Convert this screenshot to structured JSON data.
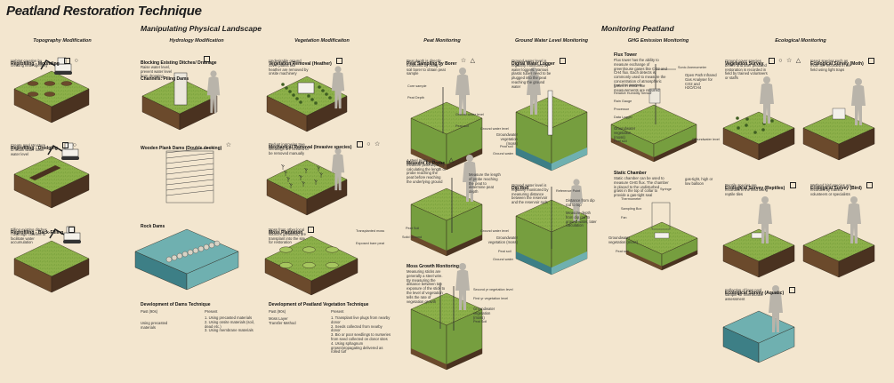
{
  "title": "Peatland Restoration Technique",
  "sections": {
    "physical": "Manipulating Physical Landscape",
    "monitoring": "Monitoring Peatland"
  },
  "columns": {
    "topography": "Topography Modification",
    "hydrology": "Hydrology Modification",
    "vegetation": "Vegetation Modificaiton",
    "peat": "Peat Monitoring",
    "groundwater": "Ground Water Level Monitoring",
    "ghg": "GHG Emission Monitoring",
    "ecological": "Ecological Monitoring"
  },
  "topography": {
    "mounding": {
      "label": "Reprofiling - Mounding",
      "desc": "Habitat creation by creating heterogeneity"
    },
    "dredging": {
      "label": "Reprofiling - Dredging",
      "desc": "Create pool structure to retain water lower water level"
    },
    "backfilling": {
      "label": "Reprofiling - Back-Filling",
      "desc": "Filling existing ditches / drainage channel to facilitate water accumulation"
    }
  },
  "hydrology": {
    "blocking": {
      "label": "Blocking Existing Ditches/ Drainage Channels: Piling Dams",
      "desc": "Raise water level, prevent water level from dropping"
    },
    "wooden": {
      "label": "Wooden Plank Dams (Double decking)"
    },
    "rock": {
      "label": "Rock Dams"
    },
    "dams_dev": {
      "label": "Development of Dams Technique",
      "past": "Past (90s)",
      "past_item": "Using precasted materials",
      "present": "Present",
      "present_items": [
        "1. Using precasted materials",
        "2. Using onsite materials (soil, dead etc.)",
        "3. Using membrane materials"
      ]
    }
  },
  "vegetation": {
    "removal": {
      "label": "Vegetation Removal (Heather)",
      "desc": "Undesirable ground cover plants like heather are removed by onsite machinery"
    },
    "mechanical": {
      "label": "Mechanical Removal (Invasive species)",
      "desc": "Pedunt ingrowing tree seedlings are needed to be removed manually"
    },
    "moss": {
      "label": "Moss Plantation",
      "desc": "Moss from other local sources (peatland) are transplant into the site for restoration",
      "tag1": "Transplanted moss",
      "tag2": "Exposed bare peat"
    },
    "veg_dev": {
      "label": "Development of Peatland Vegetation Technique",
      "past": "Past (90s)",
      "past_items": [
        "Moss Layer",
        "Transfer Method"
      ],
      "present": "Present",
      "present_items": [
        "1. Transplant live plugs from nearby donor",
        "2. Seeds collected from nearby donor",
        "3. Bio or poor seedlings to nurseries from seed collected on donor sites",
        "4. Using sphagnum grown/propagating delivered as rolled turf"
      ]
    }
  },
  "peat": {
    "borer": {
      "label": "Peat Sampling by Borer",
      "desc": "Peat depth is directly measured by using a soil borer to obtain peat sample",
      "tags": [
        "Core sample",
        "Peat Depth",
        "Ground water level",
        "Peat soil"
      ]
    },
    "probe": {
      "label": "Measure by Probe",
      "desc": "A steel probe can measure peat depth by calculating the length of probe reaching the peat before reaching the underlying ground",
      "tags": [
        "Measure the length of probe reaching the peat to determine peat depth",
        "Peat Soil",
        "Solid Ground"
      ]
    },
    "growth": {
      "label": "Moss Growth Monitoring",
      "desc": "Measuring sticks are generally a steel wire. By measuring the distance between top exposure of the stick to the level of vegetation tells the rate of vegetation growth",
      "tags": [
        "Second yr vegetation level",
        "First yr vegetation level",
        "Groundwater vegetation (moss)",
        "Peat Soil"
      ]
    }
  },
  "groundwater": {
    "logger": {
      "label": "Digital Water Logger",
      "desc": "Ground water level is regularly monitored by water loggers. Various plastic tubes need to be plugged into the peat reaching the ground water",
      "tags": [
        "Ground water level",
        "Groundwater vegetation (moss)",
        "Peat soil",
        "Ground water"
      ]
    },
    "rod": {
      "label": "Dip Rod",
      "desc": "Ground water level is regularly monitored by measuring distance between the reservoir and the reservoir rods",
      "tags": [
        "Reference Point",
        "Distance from dip rod to top",
        "Measure depth from dip rod to ground water, later calculation",
        "Ground water level",
        "Groundwater vegetation (moss)",
        "Peat soil",
        "Ground water"
      ]
    }
  },
  "ghg": {
    "flux": {
      "label": "Flux Tower",
      "desc": "Flux tower has the ability to measure exchange of greenhouse gases like CO2 and CH4 flux. Each detects is commonly used to measure the concentration of atmospheric gases in which fine measurements are required",
      "tags": [
        "Sonic Anemometer",
        "Open Path Infrared Gas Analyser for CO2 and H2O/CH4",
        "Fast CH4 Analyzer",
        "Relative Humidity Sensor",
        "Rain Gauge",
        "Processor",
        "Data Logger",
        "Groundwater vegetation (moss)",
        "Peat soil",
        "Groundwater level"
      ]
    },
    "chamber": {
      "label": "Static Chamber",
      "desc": "Static chamber can be used to measure GHG flux. The chamber is placed to the undisturbed grass in the top of collar to provide a gas-tight seal",
      "tags": [
        "Syringe",
        "gas-tight, high or low balloon",
        "Thermometer",
        "Sampling Box",
        "Fan",
        "Groundwater vegetation (moss)",
        "Peat soil"
      ]
    }
  },
  "ecological": {
    "veg_survey": {
      "label": "Vegetation Survey",
      "desc": "Ground cover species before and after peatland restoration is recorded in field by trained volunteers or staffs"
    },
    "moth": {
      "label": "Ecological Survey (Moth)",
      "desc": "Insect species such as moth are recorded in the field using light traps"
    },
    "reptiles": {
      "label": "Ecological Survey (Reptiles)",
      "desc": "Reptile species are recorded in the field using reptile tiles"
    },
    "bird": {
      "label": "Ecological Survey (Bird)",
      "desc": "Wetland bird species are recorded by trained volunteers or specialists"
    },
    "aquatic": {
      "label": "Ecological Survey (Aquatic)",
      "desc": "Collection of long pool sample for invertebrate assessment"
    }
  },
  "colors": {
    "background": "#f3e6cf",
    "grass": "#8db04a",
    "grass_dark": "#5f8a2f",
    "soil": "#6b4a2c",
    "soil_dark": "#4a3220",
    "water": "#6fb0b0",
    "water_dark": "#3d7f86",
    "figure": "#b9b4aa"
  },
  "icons": {
    "square": "square-icon",
    "circle": "circle-icon",
    "star": "star-icon",
    "triangle": "triangle-icon"
  }
}
